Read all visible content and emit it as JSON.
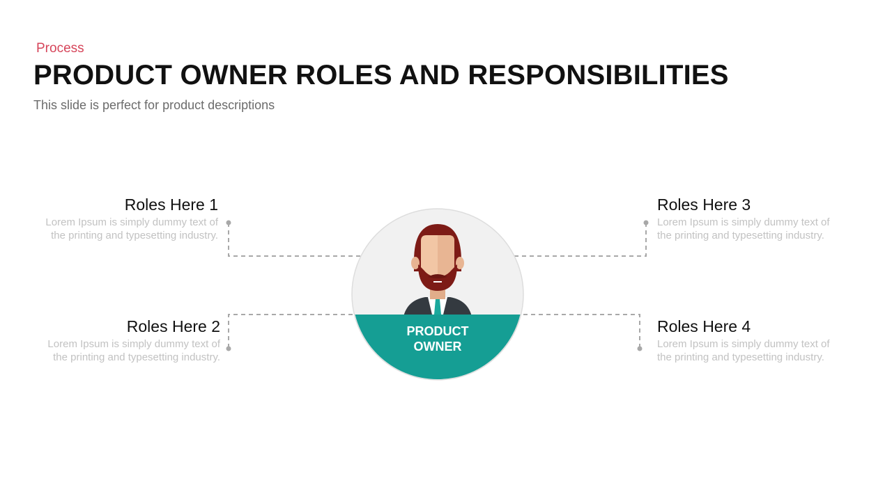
{
  "header": {
    "category": "Process",
    "title": "PRODUCT OWNER ROLES AND RESPONSIBILITIES",
    "subtitle": "This slide is perfect for product descriptions"
  },
  "center": {
    "label_line1": "PRODUCT",
    "label_line2": "OWNER",
    "icon": "person-avatar-icon"
  },
  "roles": [
    {
      "title": "Roles Here 1",
      "desc": "Lorem Ipsum is simply dummy text of the printing and typesetting industry."
    },
    {
      "title": "Roles Here 2",
      "desc": "Lorem Ipsum is simply dummy text of the printing and typesetting industry."
    },
    {
      "title": "Roles Here 3",
      "desc": "Lorem Ipsum is simply dummy text of the printing and typesetting industry."
    },
    {
      "title": "Roles Here 4",
      "desc": "Lorem Ipsum is simply dummy text of the printing and typesetting industry."
    }
  ],
  "colors": {
    "accent": "#d6455a",
    "teal": "#159e94",
    "circle_bg": "#f1f1f1",
    "connector": "#a8a8a8"
  }
}
